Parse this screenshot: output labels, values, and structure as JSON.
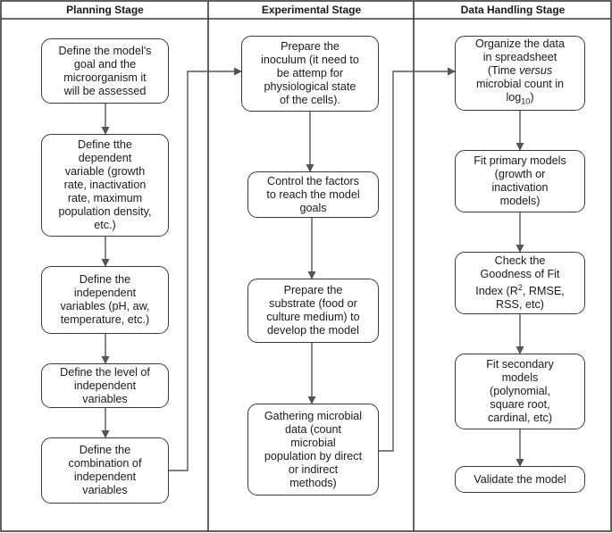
{
  "lanes": [
    {
      "title": "Planning Stage"
    },
    {
      "title": "Experimental Stage"
    },
    {
      "title": "Data Handling Stage"
    }
  ],
  "planning": [
    {
      "text": "Define the model's\ngoal and the\nmicroorganism it\nwill be assessed"
    },
    {
      "text": "Define tthe\ndependent\nvariable (growth\nrate, inactivation\nrate, maximum\npopulation density,\netc.)"
    },
    {
      "text": "Define the\nindependent\nvariables (pH, aw,\ntemperature, etc.)"
    },
    {
      "text": "Define the level of\nindependent\nvariables"
    },
    {
      "text": "Define the\ncombination of\nindependent\nvariables"
    }
  ],
  "experimental": [
    {
      "text": "Prepare the\ninoculum (it need to\nbe attemp for\nphysiological state\nof the cells)."
    },
    {
      "text": "Control the factors\nto reach the model\ngoals"
    },
    {
      "text": "Prepare the\nsubstrate (food or\nculture medium) to\ndevelop the model"
    },
    {
      "text": "Gathering microbial\ndata (count\nmicrobial\npopulation by direct\nor indirect\nmethods)"
    }
  ],
  "data_handling": {
    "organize": {
      "line1": "Organize the data",
      "line2": "in spreadsheet",
      "line3_pre": "(Time ",
      "line3_italic": "versus",
      "line4": "microbial count in",
      "line5_base": "log",
      "line5_sub": "10",
      "line5_post": ")"
    },
    "fit_primary": {
      "text": "Fit primary models\n(growth or\ninactivation\nmodels)"
    },
    "goodness": {
      "line1": "Check the",
      "line2": "Goodness of Fit",
      "line3_pre": "Index (R",
      "line3_sup": "2",
      "line3_post": ", RMSE,",
      "line4": "RSS, etc)"
    },
    "fit_secondary": {
      "text": "Fit secondary\nmodels\n(polynomial,\nsquare root,\ncardinal, etc)"
    },
    "validate": {
      "text": "Validate the model"
    }
  }
}
